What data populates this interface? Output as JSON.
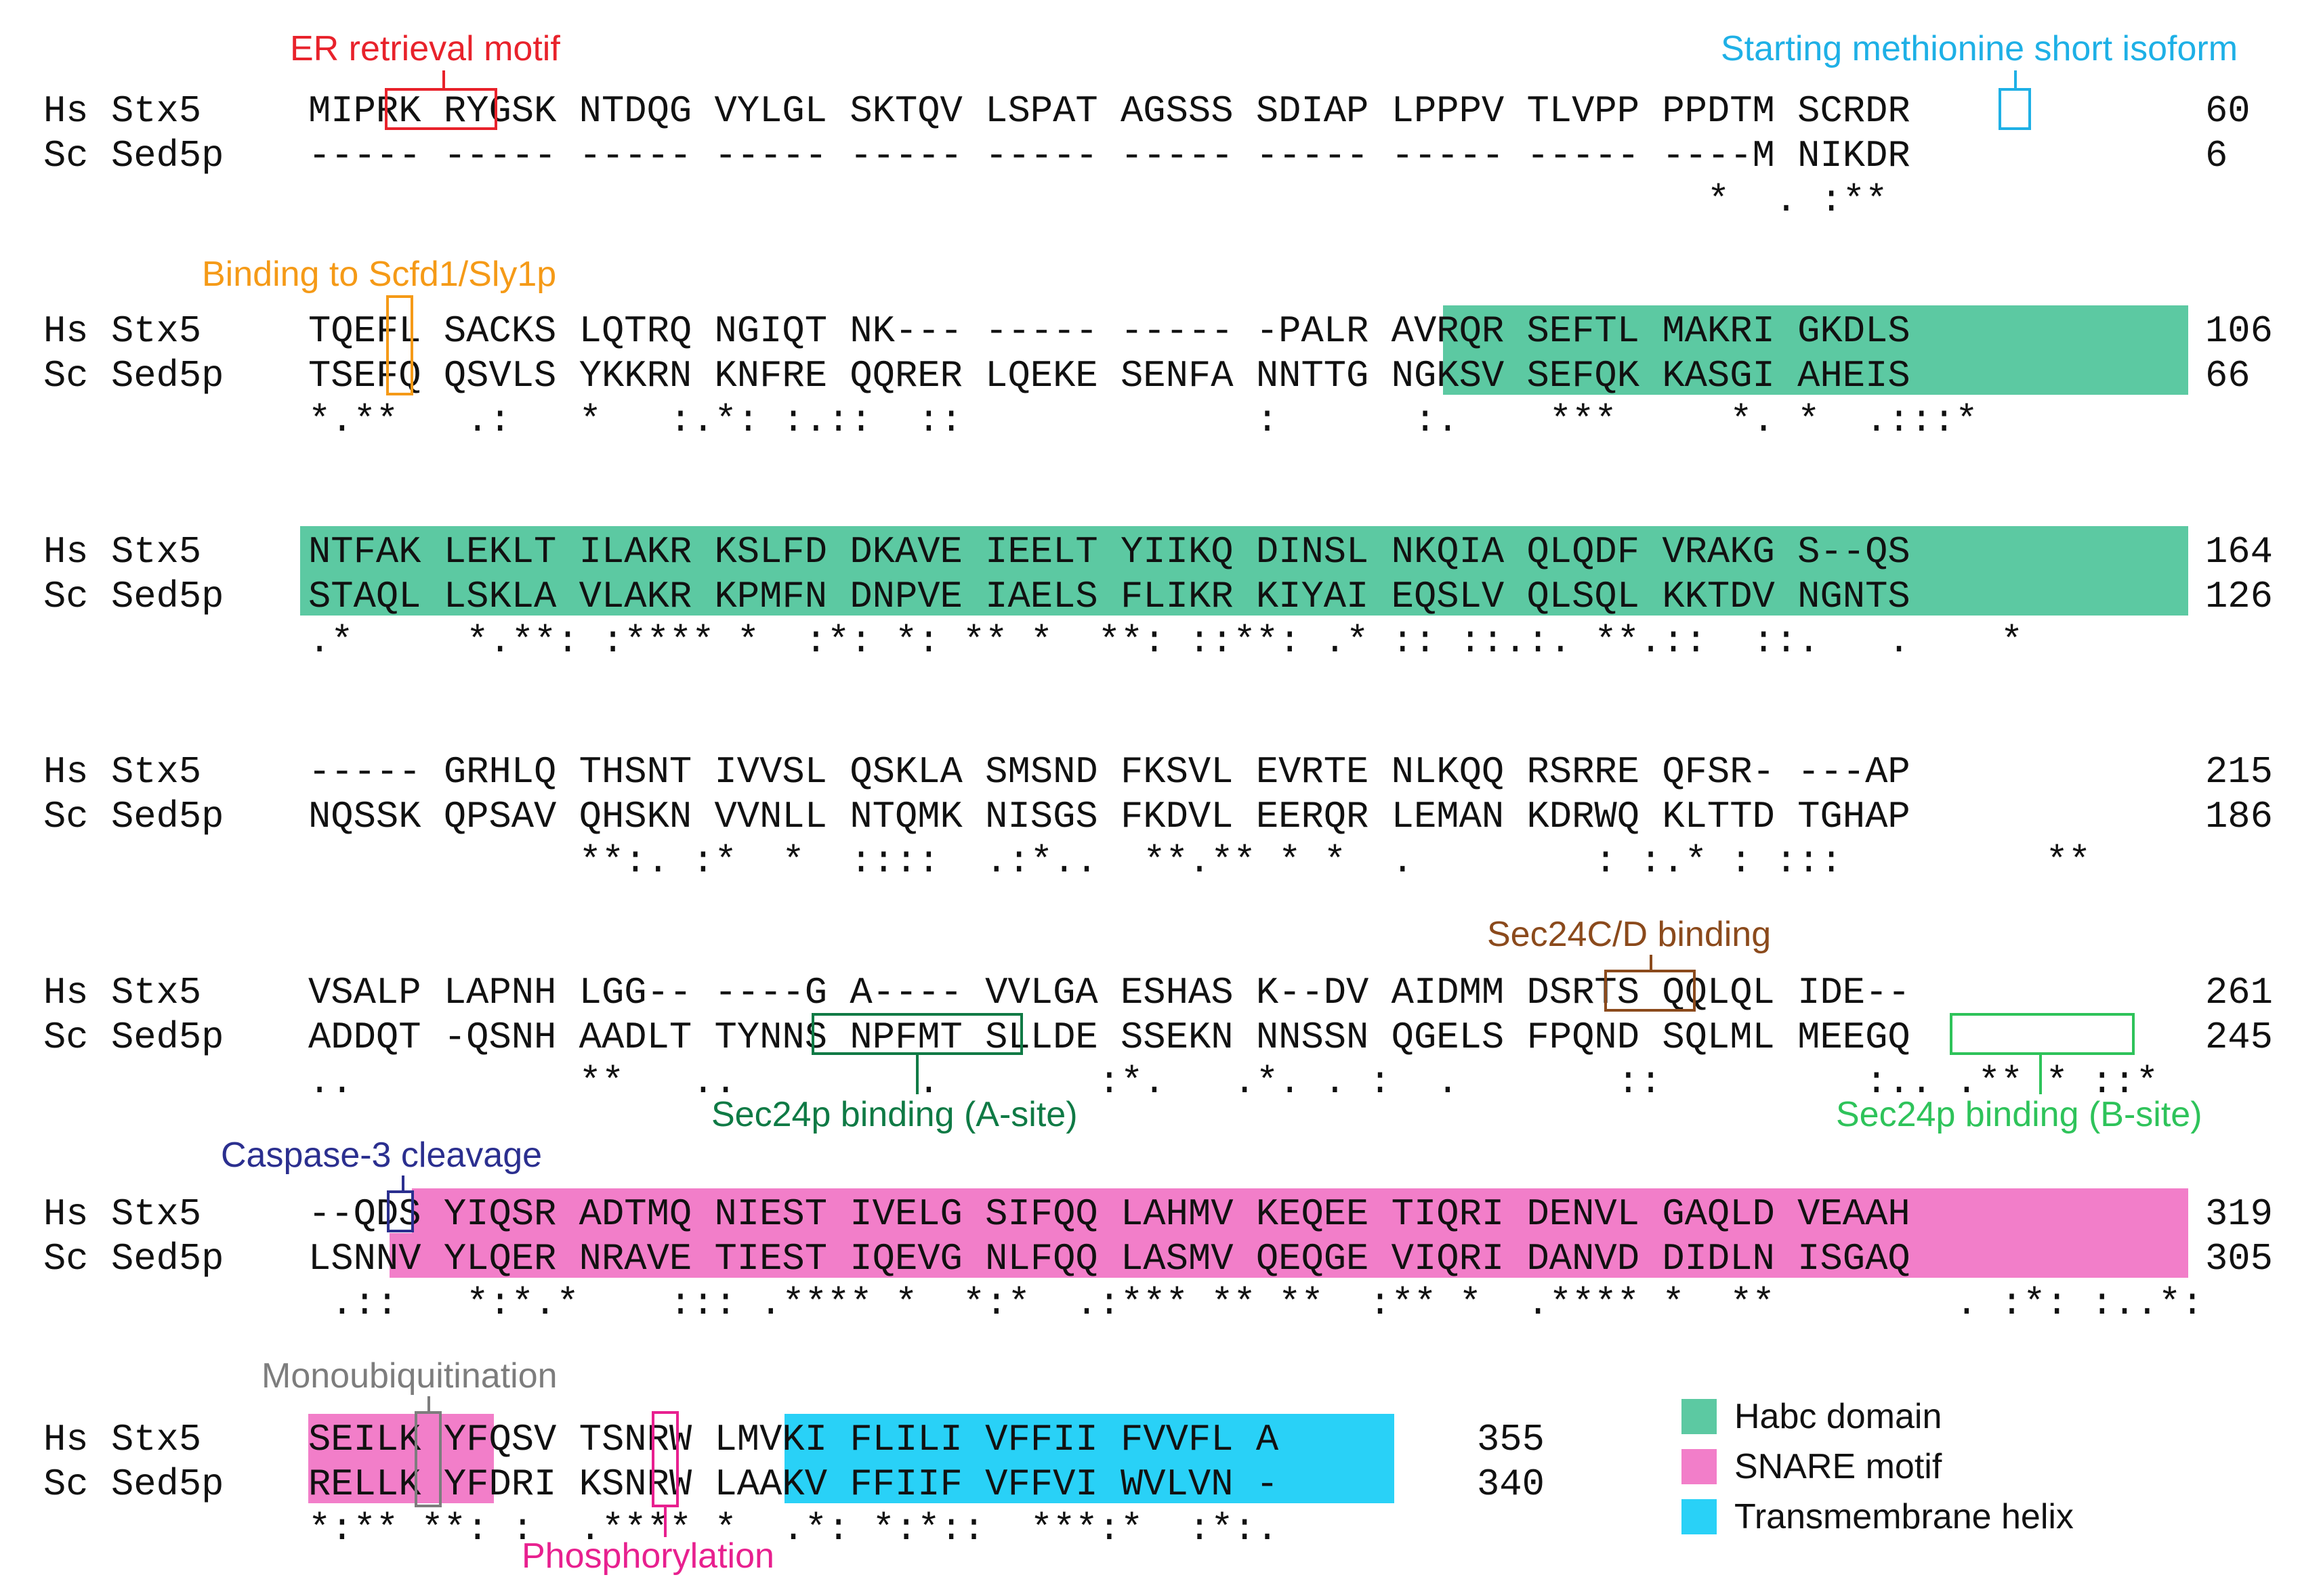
{
  "colors": {
    "habc": "#5cc9a2",
    "snare": "#f27ec9",
    "tm": "#29d1f7",
    "er": "#e8222b",
    "met": "#1eb0e6",
    "binding": "#f59a17",
    "sec24cd": "#8b4a1c",
    "sec24a": "#0f7a45",
    "sec24b": "#2ec35a",
    "caspase": "#2b2f8f",
    "mono": "#7d7d7d",
    "phos": "#e8208f"
  },
  "blocks": [
    {
      "hs": {
        "species": "Hs",
        "protein": "Stx5",
        "seq": "MIPRK RYGSK NTDQG VYLGL SKTQV LSPAT AGSSS SDIAP LPPPV TLVPP PPDTM SCRDR",
        "num": "60"
      },
      "sc": {
        "species": "Sc",
        "protein": "Sed5p",
        "seq": "----- ----- ----- ----- ----- ----- ----- ----- ----- ----- ----M NIKDR",
        "num": "6"
      },
      "cons": "                                                              *  . :**"
    },
    {
      "hs": {
        "species": "Hs",
        "protein": "Stx5",
        "seq": "TQEFL SACKS LQTRQ NGIQT NK--- ----- ----- -PALR AVRQR SEFTL MAKRI GKDLS",
        "num": "106"
      },
      "sc": {
        "species": "Sc",
        "protein": "Sed5p",
        "seq": "TSEFQ QSVLS YKKRN KNFRE QQRER LQEKE SENFA NNTTG NGKSV SEFQK KASGI AHEIS",
        "num": "66"
      },
      "cons": "*.**   .:   *   :.*: :.::  ::             :      :.    ***     *. *  .:::*"
    },
    {
      "hs": {
        "species": "Hs",
        "protein": "Stx5",
        "seq": "NTFAK LEKLT ILAKR KSLFD DKAVE IEELT YIIKQ DINSL NKQIA QLQDF VRAKG S--QS",
        "num": "164"
      },
      "sc": {
        "species": "Sc",
        "protein": "Sed5p",
        "seq": "STAQL LSKLA VLAKR KPMFN DNPVE IAELS FLIKR KIYAI EQSLV QLSQL KKTDV NGNTS",
        "num": "126"
      },
      "cons": ".*     *.**: :**** *  :*: *: ** *  **: ::**: .* :: ::.:. **.::  ::.   .    *"
    },
    {
      "hs": {
        "species": "Hs",
        "protein": "Stx5",
        "seq": "----- GRHLQ THSNT IVVSL QSKLA SMSND FKSVL EVRTE NLKQQ RSRRE QFSR- ---AP",
        "num": "215"
      },
      "sc": {
        "species": "Sc",
        "protein": "Sed5p",
        "seq": "NQSSK QPSAV QHSKN VVNLL NTQMK NISGS FKDVL EERQR LEMAN KDRWQ KLTTD TGHAP",
        "num": "186"
      },
      "cons": "            **:. :*  *  ::::  .:*..  **.** * *  .        : :.* : :::         **"
    },
    {
      "hs": {
        "species": "Hs",
        "protein": "Stx5",
        "seq": "VSALP LAPNH LGG-- ----G A---- VVLGA ESHAS K--DV AIDMM DSRTS QQLQL IDE--",
        "num": "261"
      },
      "sc": {
        "species": "Sc",
        "protein": "Sed5p",
        "seq": "ADDQT -QSNH AADLT TYNNS NPFMT SLLDE SSEKN NNSSN QGELS FPQND SQLML MEEGQ",
        "num": "245"
      },
      "cons": "..          **   ..        .       :*.   .*. . :  .       ::         :.. .** * ::*"
    },
    {
      "hs": {
        "species": "Hs",
        "protein": "Stx5",
        "seq": "--QDS YIQSR ADTMQ NIEST IVELG SIFQQ LAHMV KEQEE TIQRI DENVL GAQLD VEAAH",
        "num": "319"
      },
      "sc": {
        "species": "Sc",
        "protein": "Sed5p",
        "seq": "LSNNV YLQER NRAVE TIEST IQEVG NLFQQ LASMV QEQGE VIQRI DANVD DIDLN ISGAQ",
        "num": "305"
      },
      "cons": " .::   *:*.*    ::: .**** *  *:*  .:*** ** **  :** *  .**** *  **        . :*: :..*:"
    },
    {
      "hs": {
        "species": "Hs",
        "protein": "Stx5",
        "seq": "SEILK YFQSV TSNRW LMVKI FLILI VFFII FVVFL A",
        "num": "355"
      },
      "sc": {
        "species": "Sc",
        "protein": "Sed5p",
        "seq": "RELLK YFDRI KSNRW LAAKV FFIIF VFFVI WVLVN -",
        "num": "340"
      },
      "cons": "*:** **: :  .**** *  .*: *:*::  ***:*  :*:."
    }
  ],
  "annotations": {
    "er_retrieval": "ER retrieval motif",
    "start_met": "Starting methionine short isoform",
    "binding_scfd1": "Binding to Scfd1/Sly1p",
    "sec24cd": "Sec24C/D binding",
    "sec24a": "Sec24p binding (A-site)",
    "sec24b": "Sec24p binding (B-site)",
    "caspase": "Caspase-3 cleavage",
    "monoubiquitination": "Monoubiquitination",
    "phosphorylation": "Phosphorylation"
  },
  "legend": {
    "items": [
      {
        "label": "Habc domain",
        "color": "#5cc9a2"
      },
      {
        "label": "SNARE motif",
        "color": "#f27ec9"
      },
      {
        "label": "Transmembrane helix",
        "color": "#29d1f7"
      }
    ]
  }
}
